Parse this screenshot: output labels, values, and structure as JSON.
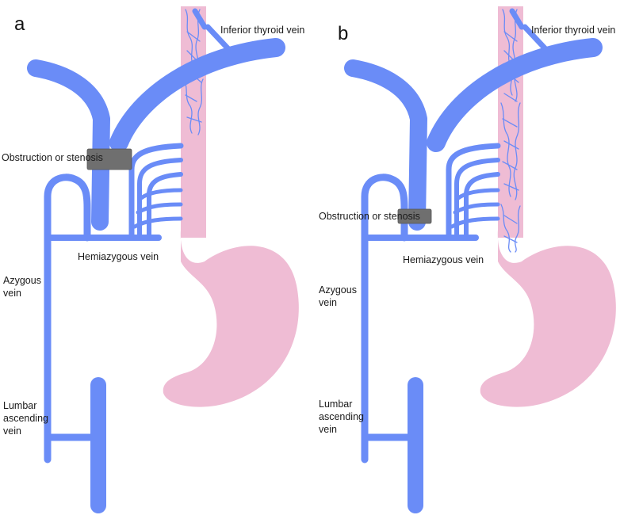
{
  "panels": [
    {
      "letter": "a",
      "labels": {
        "inferior_thyroid": "Inferior thyroid vein",
        "obstruction": "Obstruction or stenosis",
        "hemiazygous": "Hemiazygous vein",
        "azygous": [
          "Azygous",
          "vein"
        ],
        "lumbar": [
          "Lumbar",
          "ascending",
          "vein"
        ]
      }
    },
    {
      "letter": "b",
      "labels": {
        "inferior_thyroid": "Inferior thyroid vein",
        "obstruction": "Obstruction or stenosis",
        "hemiazygous": "Hemiazygous vein",
        "azygous": [
          "Azygous",
          "vein"
        ],
        "lumbar": [
          "Lumbar",
          "ascending",
          "vein"
        ]
      }
    }
  ],
  "colors": {
    "vein": "#6a8cf7",
    "esophagus_stomach": "#efbcd4",
    "obstruction": "#6f6f6f"
  }
}
